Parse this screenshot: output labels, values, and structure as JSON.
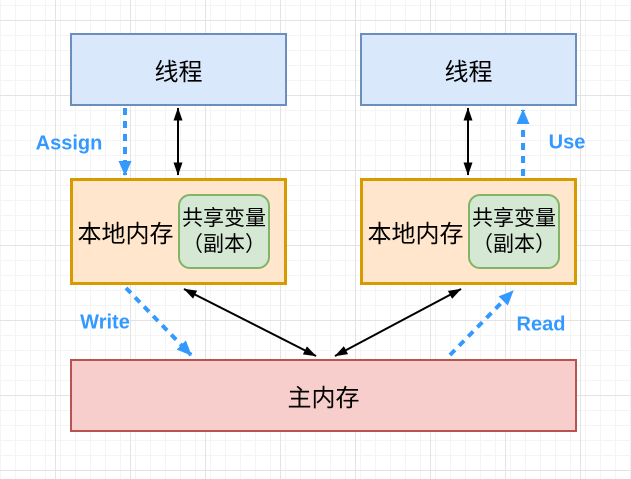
{
  "diagram": {
    "thread_left": {
      "label": "线程"
    },
    "thread_right": {
      "label": "线程"
    },
    "local_left": {
      "label": "本地内存",
      "shared": {
        "line1": "共享变量",
        "line2": "（副本）"
      }
    },
    "local_right": {
      "label": "本地内存",
      "shared": {
        "line1": "共享变量",
        "line2": "（副本）"
      }
    },
    "main_memory": {
      "label": "主内存"
    },
    "edge_labels": {
      "assign": "Assign",
      "use": "Use",
      "write": "Write",
      "read": "Read"
    }
  },
  "colors": {
    "thread_fill": "#dae8fc",
    "thread_border": "#6c8ebf",
    "local_fill": "#ffe6cc",
    "local_border": "#d79b00",
    "shared_fill": "#d5e8d4",
    "shared_border": "#82b366",
    "main_fill": "#f8cecc",
    "main_border": "#b85450",
    "arrow_blue": "#3399ff",
    "arrow_black": "#000000",
    "grid_minor": "#f4f4f4",
    "grid_major": "#e3e3e3"
  }
}
